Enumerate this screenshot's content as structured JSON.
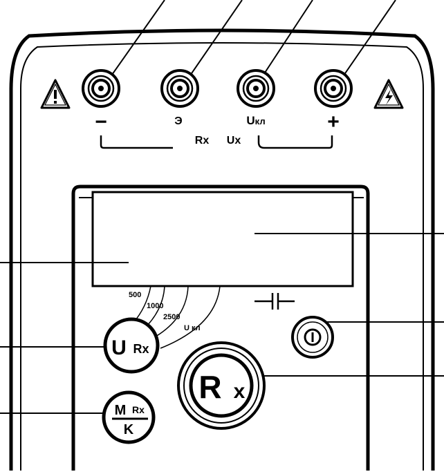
{
  "terminals": {
    "minus": "−",
    "screen": "Э",
    "ukl_u": "U",
    "ukl_sub": "кл",
    "plus": "+"
  },
  "bracket_label": {
    "rx": "Rx",
    "ux": "Ux"
  },
  "voltage_scale": [
    "500",
    "1000",
    "2500",
    "U кл"
  ],
  "capacitor_symbol": "⊣⊢",
  "buttons": {
    "voltage_main": "U",
    "voltage_sub": "Rx",
    "mode_top": "M",
    "mode_top_sub": "Rx",
    "mode_bottom": "K",
    "measure_main": "R",
    "measure_sub": "x"
  },
  "icons": {
    "warning_left": "warning-triangle-icon",
    "warning_right": "high-voltage-icon",
    "power": "power-icon"
  },
  "colors": {
    "ink": "#000000",
    "paper": "#ffffff"
  }
}
